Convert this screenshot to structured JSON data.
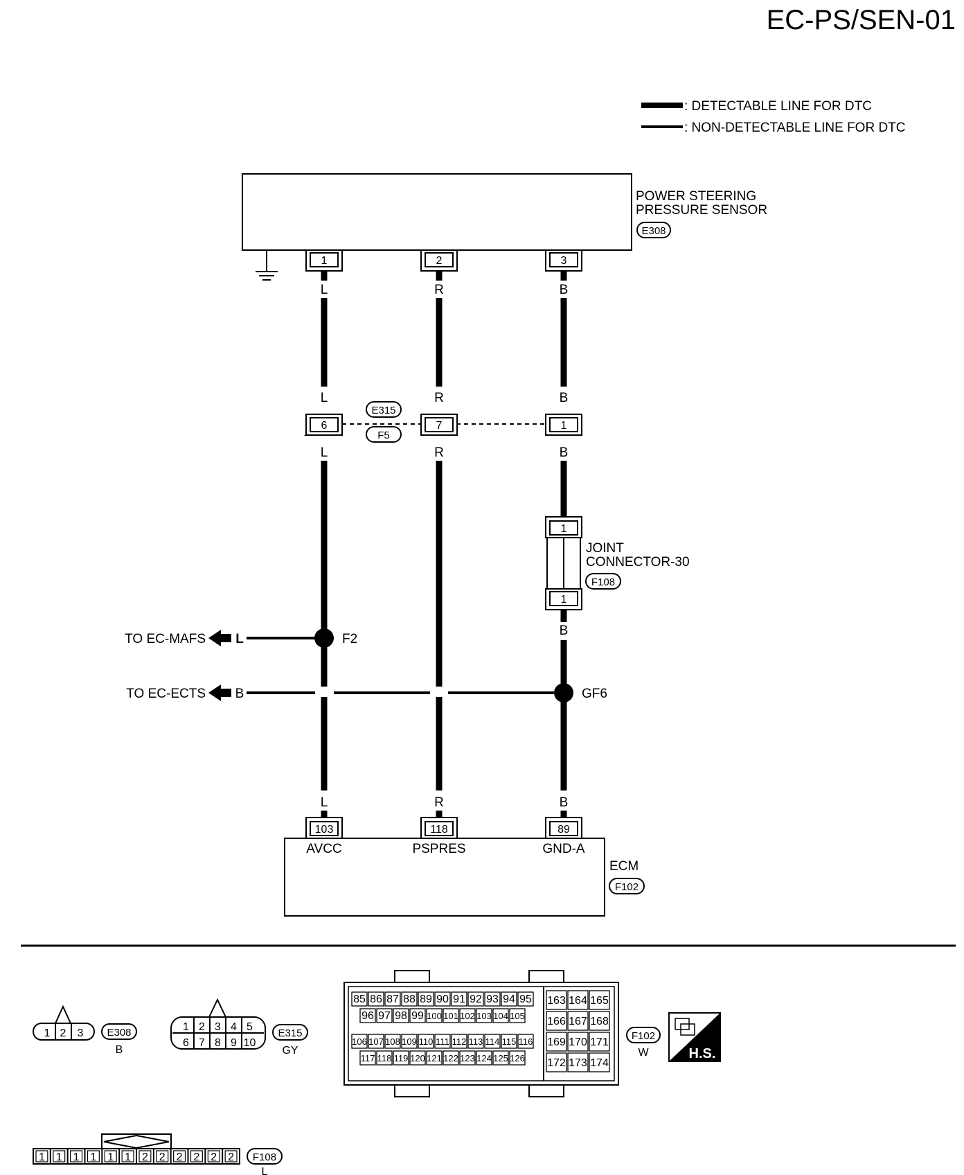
{
  "page_code": "EC-PS/SEN-01",
  "legend": {
    "detectable": ": DETECTABLE LINE FOR DTC",
    "non_detectable": ": NON-DETECTABLE LINE FOR DTC"
  },
  "sensor": {
    "name_line1": "POWER STEERING",
    "name_line2": "PRESSURE SENSOR",
    "connector": "E308",
    "pins": [
      "1",
      "2",
      "3"
    ]
  },
  "wires": [
    {
      "color_top": "L",
      "color_mid_top": "L",
      "color_mid_bot": "L",
      "color_bot": "L",
      "inline_pin": "6",
      "ecm_pin": "103",
      "ecm_label": "AVCC"
    },
    {
      "color_top": "R",
      "color_mid_top": "R",
      "color_mid_bot": "R",
      "color_bot": "R",
      "inline_pin": "7",
      "ecm_pin": "118",
      "ecm_label": "PSPRES"
    },
    {
      "color_top": "B",
      "color_mid_top": "B",
      "color_mid_bot": "B",
      "color_bot": "B",
      "inline_pin": "1",
      "ecm_pin": "89",
      "ecm_label": "GND-A"
    }
  ],
  "inline_connector": {
    "top": "E315",
    "bottom": "F5"
  },
  "joint": {
    "name_line1": "JOINT",
    "name_line2": "CONNECTOR-30",
    "connector": "F108",
    "pin_top": "1",
    "pin_bottom": "1",
    "wire_below": "B"
  },
  "splices": [
    {
      "id": "F2",
      "to": "TO EC-MAFS",
      "wire": "L"
    },
    {
      "id": "GF6",
      "to": "TO EC-ECTS",
      "wire": "B"
    }
  ],
  "ecm": {
    "name": "ECM",
    "connector": "F102"
  },
  "connectors": {
    "e308": {
      "id": "E308",
      "color": "B",
      "pins": [
        "1",
        "2",
        "3"
      ]
    },
    "e315": {
      "id": "E315",
      "color": "GY",
      "row1": [
        "1",
        "2",
        "3",
        "4",
        "5"
      ],
      "row2": [
        "6",
        "7",
        "8",
        "9",
        "10"
      ]
    },
    "f102": {
      "id": "F102",
      "color": "W",
      "rows": [
        [
          "85",
          "86",
          "87",
          "88",
          "89",
          "90",
          "91",
          "92",
          "93",
          "94",
          "95"
        ],
        [
          "96",
          "97",
          "98",
          "99",
          "100",
          "101",
          "102",
          "103",
          "104",
          "105"
        ],
        [
          "106",
          "107",
          "108",
          "109",
          "110",
          "111",
          "112",
          "113",
          "114",
          "115",
          "116"
        ],
        [
          "117",
          "118",
          "119",
          "120",
          "121",
          "122",
          "123",
          "124",
          "125",
          "126"
        ]
      ],
      "right_rows": [
        [
          "163",
          "164",
          "165"
        ],
        [
          "166",
          "167",
          "168"
        ],
        [
          "169",
          "170",
          "171"
        ],
        [
          "172",
          "173",
          "174"
        ]
      ]
    },
    "f108": {
      "id": "F108",
      "color": "L",
      "pins": [
        "1",
        "1",
        "1",
        "1",
        "1",
        "1",
        "2",
        "2",
        "2",
        "2",
        "2",
        "2"
      ]
    },
    "hs": "H.S."
  },
  "icons": {
    "ground": "ground-icon",
    "arrow": "left-arrow-icon",
    "hs": "harness-symbol-icon"
  }
}
